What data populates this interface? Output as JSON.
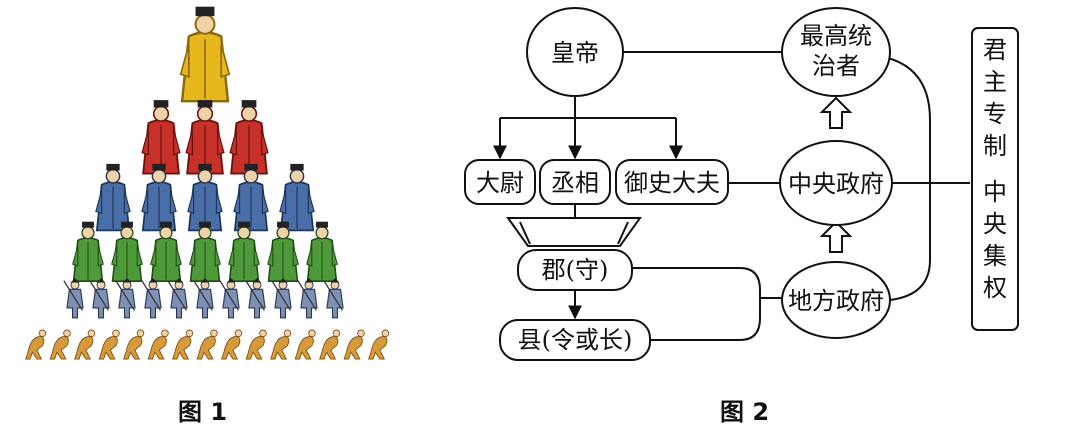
{
  "figure1": {
    "caption": "图 1",
    "tiers": [
      {
        "level": "emperor",
        "count": 1,
        "color": "#e6b81e",
        "shade": "#8a6a08"
      },
      {
        "level": "high-officials",
        "count": 3,
        "color": "#c8302a",
        "shade": "#6a1410"
      },
      {
        "level": "officials",
        "count": 5,
        "color": "#4a6ea8",
        "shade": "#1e3456"
      },
      {
        "level": "minor-officials",
        "count": 7,
        "color": "#4e9a3a",
        "shade": "#1f4a14"
      },
      {
        "level": "soldiers",
        "count": 11,
        "color": "#7d90b6",
        "shade": "#2a3550"
      },
      {
        "level": "peasants",
        "count": 15,
        "color": "#d69a3a",
        "shade": "#7a4c10"
      }
    ]
  },
  "figure2": {
    "caption": "图 2",
    "nodes": {
      "emperor": "皇帝",
      "supreme_ruler_line1": "最高统",
      "supreme_ruler_line2": "治者",
      "taiwei": "大尉",
      "chengxiang": "丞相",
      "yushi_dafu": "御史大夫",
      "central_gov": "中央政府",
      "commandery": "郡(守)",
      "county": "县(令或长)",
      "local_gov": "地方政府"
    },
    "side_label": [
      "君",
      "主",
      "专",
      "制",
      "",
      "中",
      "央",
      "集",
      "权"
    ]
  }
}
